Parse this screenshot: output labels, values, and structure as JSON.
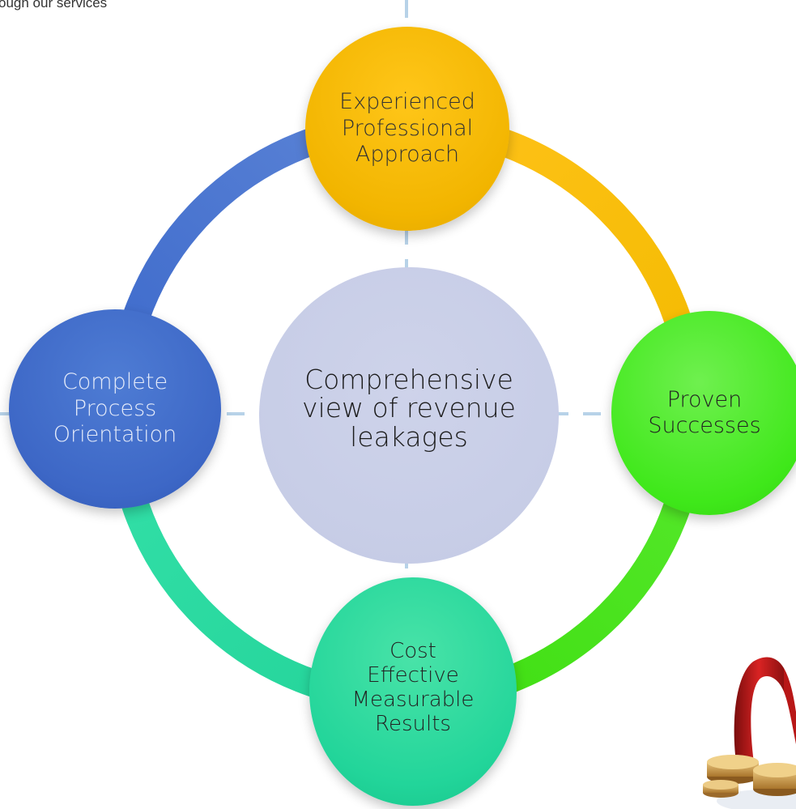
{
  "header": {
    "partial_text": "ough our services"
  },
  "diagram": {
    "center": {
      "lines": [
        "Comprehensive",
        "view of revenue",
        "leakages"
      ]
    },
    "nodes": {
      "top": {
        "lines": [
          "Experienced",
          "Professional",
          "Approach"
        ],
        "color": "#f2b500"
      },
      "right": {
        "lines": [
          "Proven",
          "Successes"
        ],
        "color": "#3fe81a"
      },
      "bottom": {
        "lines": [
          "Cost",
          "Effective",
          "Measurable",
          "Results"
        ],
        "color": "#22d59a"
      },
      "left": {
        "lines": [
          "Complete",
          "Process",
          "Orientation"
        ],
        "color": "#3d67c6"
      }
    },
    "connector_colors": {
      "guide_lines": "#b7d2e8"
    }
  },
  "decoration": {
    "icon": "ribbon-coins-icon"
  }
}
